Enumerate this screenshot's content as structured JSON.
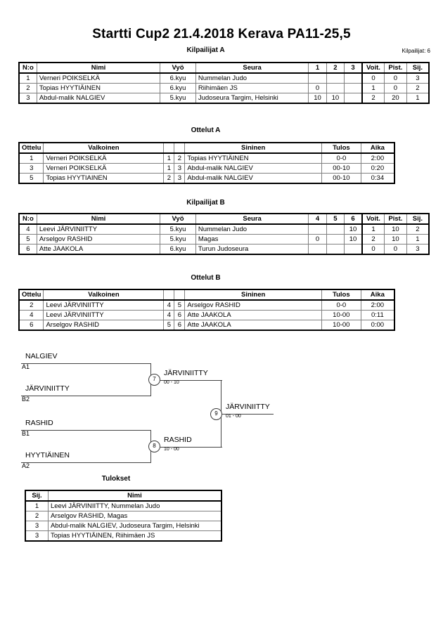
{
  "header": {
    "title": "Startti Cup2  21.4.2018  Kerava   PA11-25,5",
    "competitor_count_label": "Kilpailijat: 6"
  },
  "pool_a": {
    "caption": "Kilpailijat A",
    "columns": [
      "N:o",
      "Nimi",
      "Vyö",
      "Seura",
      "1",
      "2",
      "3",
      "Voit.",
      "Pist.",
      "Sij."
    ],
    "rows": [
      {
        "no": "1",
        "nimi": "Verneri POIKSELKÄ",
        "vyo": "6.kyu",
        "seura": "Nummelan Judo",
        "m1": "",
        "m2": "",
        "m3": "",
        "voit": "0",
        "pist": "0",
        "sij": "3"
      },
      {
        "no": "2",
        "nimi": "Topias HYYTIÄINEN",
        "vyo": "6.kyu",
        "seura": "Riihimäen JS",
        "m1": "0",
        "m2": "",
        "m3": "",
        "voit": "1",
        "pist": "0",
        "sij": "2"
      },
      {
        "no": "3",
        "nimi": "Abdul-malik NALGIEV",
        "vyo": "5.kyu",
        "seura": "Judoseura Targim, Helsinki",
        "m1": "10",
        "m2": "10",
        "m3": "",
        "voit": "2",
        "pist": "20",
        "sij": "1"
      }
    ]
  },
  "matches_a": {
    "caption": "Ottelut A",
    "columns": [
      "Ottelu",
      "Valkoinen",
      "",
      "",
      "Sininen",
      "Tulos",
      "Aika"
    ],
    "rows": [
      {
        "ottelu": "1",
        "valkoinen": "Verneri POIKSELKÄ",
        "wno": "1",
        "bno": "2",
        "sininen": "Topias HYYTIÄINEN",
        "tulos": "0-0",
        "aika": "2:00"
      },
      {
        "ottelu": "3",
        "valkoinen": "Verneri POIKSELKÄ",
        "wno": "1",
        "bno": "3",
        "sininen": "Abdul-malik NALGIEV",
        "tulos": "00-10",
        "aika": "0:20"
      },
      {
        "ottelu": "5",
        "valkoinen": "Topias HYYTIAINEN",
        "wno": "2",
        "bno": "3",
        "sininen": "Abdul-malik NALGIEV",
        "tulos": "00-10",
        "aika": "0:34"
      }
    ]
  },
  "pool_b": {
    "caption": "Kilpailijat B",
    "columns": [
      "N:o",
      "Nimi",
      "Vyö",
      "Seura",
      "4",
      "5",
      "6",
      "Voit.",
      "Pist.",
      "Sij."
    ],
    "rows": [
      {
        "no": "4",
        "nimi": "Leevi JÄRVINIITTY",
        "vyo": "5.kyu",
        "seura": "Nummelan Judo",
        "m4": "",
        "m5": "",
        "m6": "10",
        "voit": "1",
        "pist": "10",
        "sij": "2"
      },
      {
        "no": "5",
        "nimi": "Arselgov RASHID",
        "vyo": "5.kyu",
        "seura": "Magas",
        "m4": "0",
        "m5": "",
        "m6": "10",
        "voit": "2",
        "pist": "10",
        "sij": "1"
      },
      {
        "no": "6",
        "nimi": "Atte JAAKOLA",
        "vyo": "6.kyu",
        "seura": "Turun Judoseura",
        "m4": "",
        "m5": "",
        "m6": "",
        "voit": "0",
        "pist": "0",
        "sij": "3"
      }
    ]
  },
  "matches_b": {
    "caption": "Ottelut B",
    "columns": [
      "Ottelu",
      "Valkoinen",
      "",
      "",
      "Sininen",
      "Tulos",
      "Aika"
    ],
    "rows": [
      {
        "ottelu": "2",
        "valkoinen": "Leevi JÄRVINIITTY",
        "wno": "4",
        "bno": "5",
        "sininen": "Arselgov RASHID",
        "tulos": "0-0",
        "aika": "2:00"
      },
      {
        "ottelu": "4",
        "valkoinen": "Leevi JÄRVINIITTY",
        "wno": "4",
        "bno": "6",
        "sininen": "Atte JAAKOLA",
        "tulos": "10-00",
        "aika": "0:11"
      },
      {
        "ottelu": "6",
        "valkoinen": "Arselgov RASHID",
        "wno": "5",
        "bno": "6",
        "sininen": "Atte JAAKOLA",
        "tulos": "10-00",
        "aika": "0:00"
      }
    ]
  },
  "bracket": {
    "entrants": [
      {
        "name": "NALGIEV",
        "seed": "A1"
      },
      {
        "name": "JÄRVINIITTY",
        "seed": "B2"
      },
      {
        "name": "RASHID",
        "seed": "B1"
      },
      {
        "name": "HYYTIÄINEN",
        "seed": "A2"
      }
    ],
    "semifinals": [
      {
        "node": "7",
        "winner": "JÄRVINIITTY",
        "score": "00 - 10"
      },
      {
        "node": "8",
        "winner": "RASHID",
        "score": "10 - 00"
      }
    ],
    "final": {
      "node": "9",
      "winner": "JÄRVINIITTY",
      "score": "01 - 00"
    }
  },
  "results": {
    "caption": "Tulokset",
    "columns": [
      "Sij.",
      "Nimi"
    ],
    "rows": [
      {
        "sij": "1",
        "nimi": "Leevi JÄRVINIITTY, Nummelan Judo"
      },
      {
        "sij": "2",
        "nimi": "Arselgov RASHID, Magas"
      },
      {
        "sij": "3",
        "nimi": "Abdul-malik NALGIEV, Judoseura Targim, Helsinki"
      },
      {
        "sij": "3",
        "nimi": "Topias HYYTIÄINEN, Riihimäen JS"
      }
    ]
  }
}
